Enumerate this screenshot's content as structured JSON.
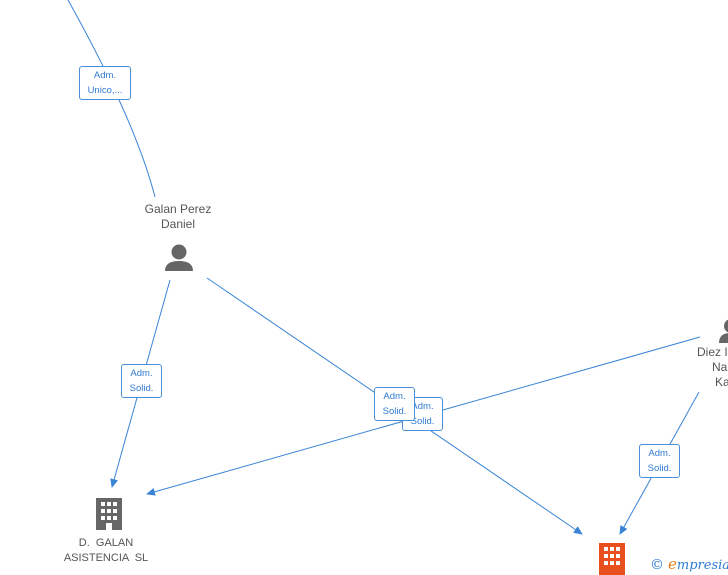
{
  "people": [
    {
      "id": "galan",
      "name_line1": "Galan Perez",
      "name_line2": "Daniel",
      "color": "#666666"
    },
    {
      "id": "diez",
      "name_line1": "Diez I",
      "name_line2": "Na",
      "name_line3": "Ka",
      "color": "#666666"
    }
  ],
  "companies": [
    {
      "id": "dgalan",
      "name_line1": "D.  GALAN",
      "name_line2": "ASISTENCIA  SL",
      "color": "#666666"
    },
    {
      "id": "highlight",
      "name_line1": "",
      "name_line2": "",
      "color": "#e8501f"
    }
  ],
  "edge_labels": [
    {
      "id": "top",
      "line1": "Adm.",
      "line2": "Unico,..."
    },
    {
      "id": "galan-dgalan",
      "line1": "Adm.",
      "line2": "Solid."
    },
    {
      "id": "galan-highlight",
      "line1": "Adm.",
      "line2": "Solid."
    },
    {
      "id": "diez-dgalan",
      "line1": "Adm.",
      "line2": "Solid."
    },
    {
      "id": "diez-highlight",
      "line1": "Adm.",
      "line2": "Solid."
    }
  ],
  "colors": {
    "edge": "#3a84d6",
    "label_border": "#4a90d9",
    "label_text": "#2f7bd2",
    "brand_accent": "#e8811f"
  },
  "brand": {
    "copyright": "©",
    "initial": "e",
    "rest": "mpresia"
  }
}
